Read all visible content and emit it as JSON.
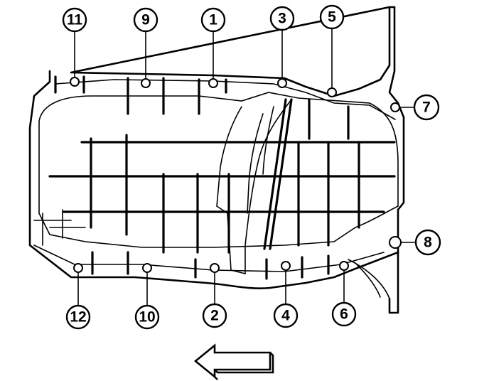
{
  "diagram": {
    "callouts": [
      {
        "id": "11",
        "label": "11"
      },
      {
        "id": "9",
        "label": "9"
      },
      {
        "id": "1",
        "label": "1"
      },
      {
        "id": "3",
        "label": "3"
      },
      {
        "id": "5",
        "label": "5"
      },
      {
        "id": "7",
        "label": "7"
      },
      {
        "id": "8",
        "label": "8"
      },
      {
        "id": "12",
        "label": "12"
      },
      {
        "id": "10",
        "label": "10"
      },
      {
        "id": "2",
        "label": "2"
      },
      {
        "id": "4",
        "label": "4"
      },
      {
        "id": "6",
        "label": "6"
      }
    ],
    "direction_arrow": "left"
  }
}
